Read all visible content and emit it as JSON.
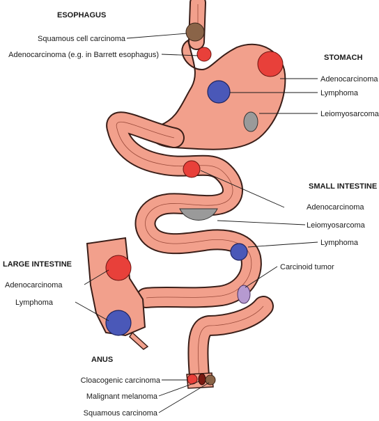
{
  "sections": {
    "esophagus": "ESOPHAGUS",
    "stomach": "STOMACH",
    "small_intestine": "SMALL INTESTINE",
    "large_intestine": "LARGE INTESTINE",
    "anus": "ANUS"
  },
  "labels": {
    "esophagus_squamous": "Squamous cell carcinoma",
    "esophagus_adeno": "Adenocarcinoma (e.g. in Barrett esophagus)",
    "stomach_adeno": "Adenocarcinoma",
    "stomach_lymphoma": "Lymphoma",
    "stomach_leiomyo": "Leiomyosarcoma",
    "si_adeno": "Adenocarcinoma",
    "si_leiomyo": "Leiomyosarcoma",
    "si_lymphoma": "Lymphoma",
    "si_carcinoid": "Carcinoid tumor",
    "li_adeno": "Adenocarcinoma",
    "li_lymphoma": "Lymphoma",
    "anus_cloacogenic": "Cloacogenic carcinoma",
    "anus_melanoma": "Malignant melanoma",
    "anus_squamous": "Squamous carcinoma"
  },
  "colors": {
    "tissue": "#f2a08c",
    "outline": "#3a1e18",
    "carcinoma": "#e8403a",
    "lymphoma": "#4a58b8",
    "sarcoma": "#9a9a9a"
  }
}
